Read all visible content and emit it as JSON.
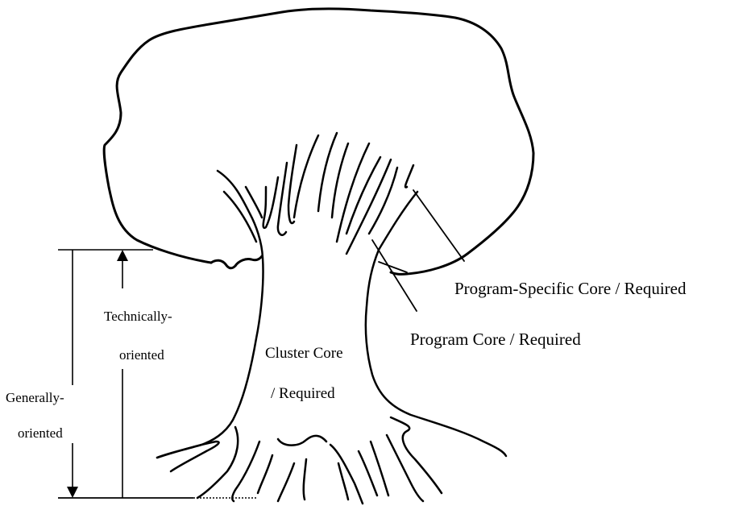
{
  "labels": {
    "program_specific": "Program-Specific Core / Required",
    "program_core": "Program Core / Required",
    "cluster_core_line1": "Cluster Core",
    "cluster_core_line2": "/ Required",
    "technically_line1": "Technically-",
    "technically_line2": "oriented",
    "generally_line1": "Generally-",
    "generally_line2": "oriented"
  }
}
